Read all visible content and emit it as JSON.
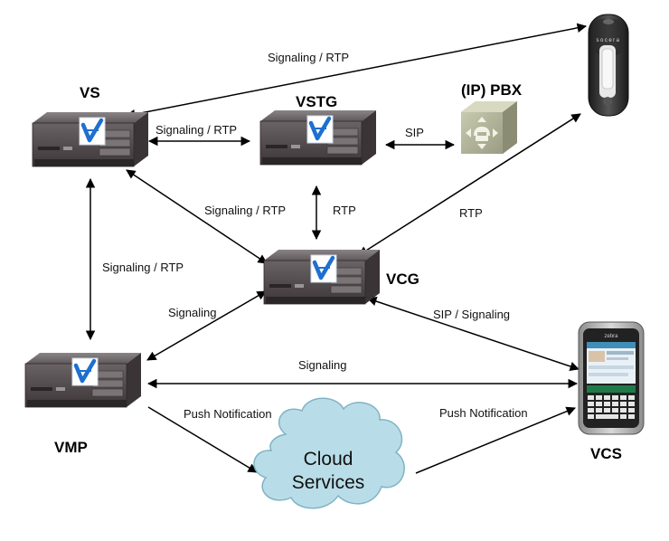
{
  "nodes": {
    "vs": "VS",
    "vstg": "VSTG",
    "pbx": "(IP) PBX",
    "vcg": "VCG",
    "vmp": "VMP",
    "vcs": "VCS",
    "cloud_line1": "Cloud",
    "cloud_line2": "Services"
  },
  "device": {
    "badge_brand": "socera",
    "phone_brand": "zebra"
  },
  "links": {
    "badge_vs": "Signaling / RTP",
    "vs_vstg": "Signaling / RTP",
    "vstg_pbx": "SIP",
    "vs_vcg": "Signaling / RTP",
    "vstg_vcg": "RTP",
    "vcg_badge": "RTP",
    "vs_vmp": "Signaling / RTP",
    "vmp_vcg": "Signaling",
    "vcg_vcs": "SIP / Signaling",
    "vmp_vcs": "Signaling",
    "vmp_cloud": "Push Notification",
    "cloud_vcs": "Push Notification"
  },
  "colors": {
    "server_body": "#4a4446",
    "logo_blue": "#1e6fd0",
    "pbx_green": "#b2b49a",
    "cloud_fill": "#b9dde8",
    "arrow": "#000000"
  }
}
